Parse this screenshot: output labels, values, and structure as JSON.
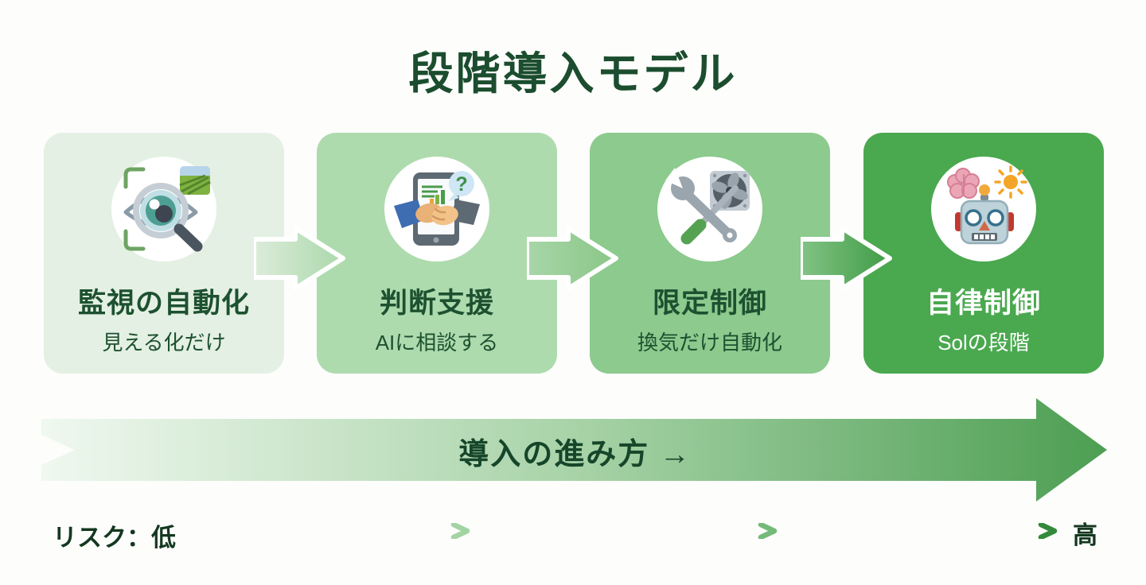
{
  "title": "段階導入モデル",
  "stages": [
    {
      "title": "監視の自動化",
      "subtitle": "見える化だけ",
      "icon": "eye-magnifier-icon",
      "bg_color": "#e4f0e3",
      "text_color": "#1d5130"
    },
    {
      "title": "判断支援",
      "subtitle": "AIに相談する",
      "icon": "tablet-handshake-icon",
      "bg_color": "#aedbae",
      "text_color": "#1d5130"
    },
    {
      "title": "限定制御",
      "subtitle": "換気だけ自動化",
      "icon": "wrench-fan-icon",
      "bg_color": "#8cca8e",
      "text_color": "#1d5130"
    },
    {
      "title": "自律制御",
      "subtitle": "Solの段階",
      "icon": "robot-brain-sun-icon",
      "bg_color": "#4aa84f",
      "text_color": "#ffffff"
    }
  ],
  "progress_arrow": {
    "label": "導入の進み方 →",
    "gradient_from": "#f0f8f0",
    "gradient_to": "#4d9e53",
    "label_color": "#16462a"
  },
  "risk_scale": {
    "start_label": "リスク：低",
    "end_label": "高",
    "segment_count": 3,
    "segment_colors": [
      "#cde6cd",
      "#93cc96",
      "#3d9144"
    ],
    "text_color": "#14381f"
  },
  "colors": {
    "title_text": "#1b4d2e",
    "page_background": "#fdfdfc",
    "connector_gradients": [
      [
        "#dcecda",
        "#abd8ab"
      ],
      [
        "#a8d6a8",
        "#8ac687"
      ],
      [
        "#83c386",
        "#3f9c45"
      ]
    ]
  }
}
